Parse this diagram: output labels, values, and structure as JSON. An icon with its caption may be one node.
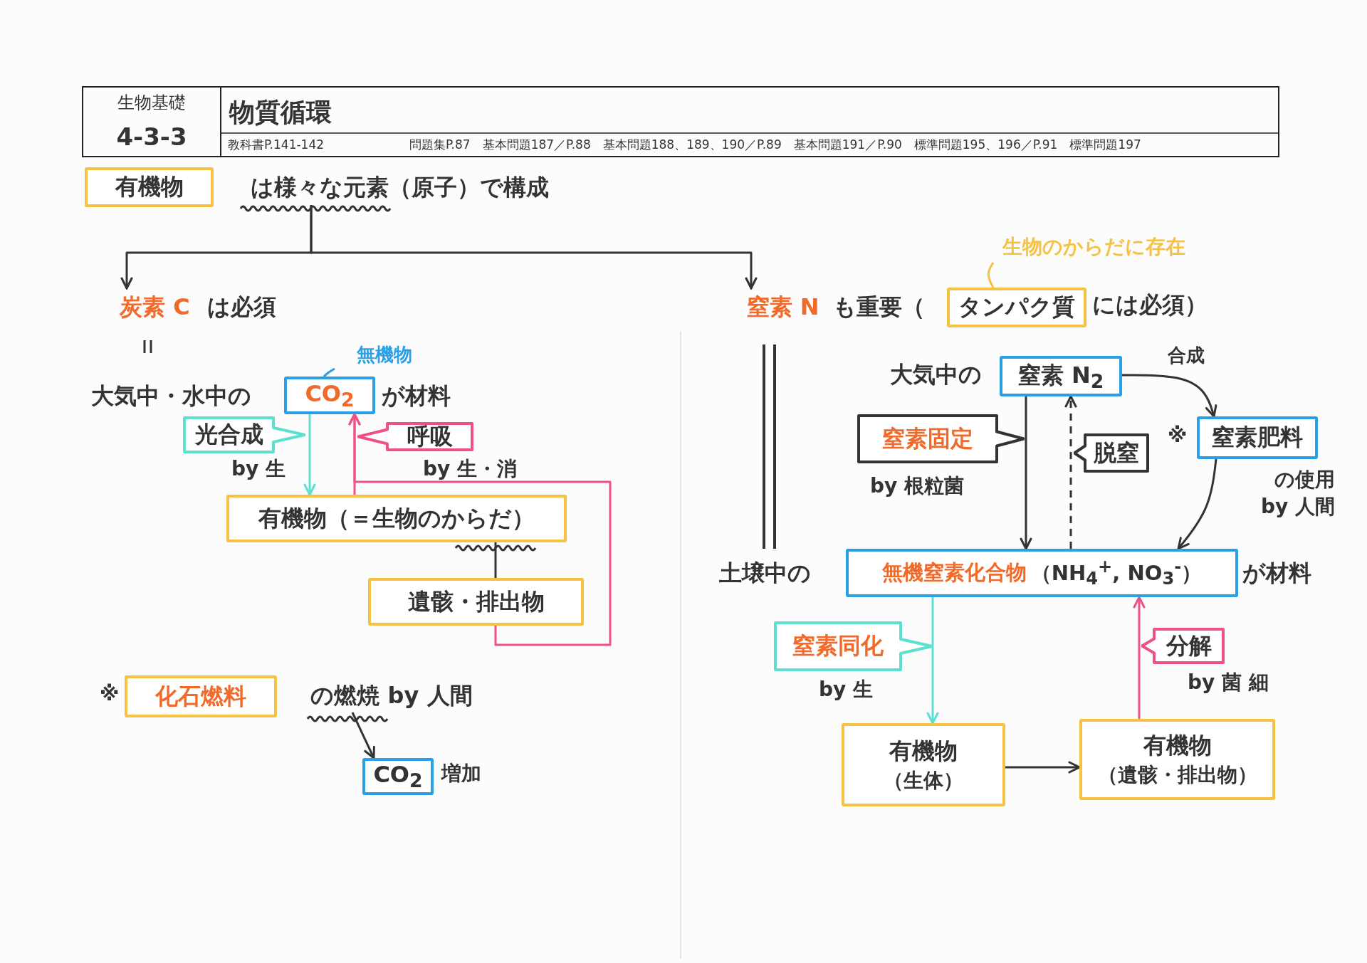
{
  "diagram": {
    "title": "物質循環",
    "nodes": [
      {
        "text": [
          "有機物"
        ]
      },
      {
        "text": [
          "は様々な元素（原子）で構成"
        ]
      },
      {
        "text": [
          "炭素 C",
          "は必須"
        ]
      },
      {
        "text": [
          "窒素 N",
          "も重要（"
        ]
      },
      {
        "text": [
          "生物のからだに存在"
        ]
      },
      {
        "text": [
          "タンパク質"
        ]
      },
      {
        "text": [
          "無機物"
        ]
      },
      {
        "text": [
          "CO$_{2}$"
        ]
      },
      {
        "text": [
          "光合成"
        ],
        "beside": [
          "by 生"
        ]
      },
      {
        "text": [
          "呼吸"
        ],
        "beside": [
          "by 生・消"
        ]
      },
      {
        "text": [
          "有機物（＝生物のからだ）"
        ]
      },
      {
        "text": [
          "遺骸・排出物"
        ]
      },
      {
        "text": [
          "化石燃料"
        ],
        "beside": [
          "※"
        ]
      },
      {
        "text": [
          "の燃焼 by 人間"
        ]
      },
      {
        "text": [
          "CO$_{2}$"
        ],
        "beside": [
          "増加"
        ]
      },
      {
        "text": [
          "窒素 N$_{2}$"
        ]
      },
      {
        "text": [
          "窒素肥料"
        ],
        "beside": [
          "※",
          "の使用 by 人間"
        ]
      },
      {
        "text": [
          "窒素固定"
        ],
        "beside": [
          "by 根粒菌"
        ]
      },
      {
        "text": [
          "脱窒"
        ]
      },
      {
        "text": [
          "無機窒素化合物",
          "（NH$_{4}$$^{+}$, NO$_{3}$$^{-}$）"
        ]
      },
      {
        "text": [
          "窒素同化"
        ],
        "beside": [
          "by 生"
        ]
      },
      {
        "text": [
          "分解"
        ],
        "beside": [
          "by 菌 細"
        ]
      },
      {
        "text": [
          "有機物",
          "（生体）"
        ]
      },
      {
        "text": [
          "有機物",
          "（遺骸・排出物）"
        ]
      }
    ],
    "edges": [
      {
        "from": 1,
        "to": 2,
        "arrow": "to"
      },
      {
        "from": 1,
        "to": 3,
        "arrow": "to"
      },
      {
        "from": 4,
        "to": 5,
        "arrow": "none",
        "color": "#f5c242"
      },
      {
        "from": 6,
        "to": 7,
        "arrow": "none",
        "color": "#2b9fe6"
      },
      {
        "from": 7,
        "to": 10,
        "arrow": "to",
        "color": "#5ee0d0"
      },
      {
        "from": 10,
        "to": 7,
        "arrow": "to",
        "color": "#f0508a"
      },
      {
        "from": 11,
        "to": 7,
        "arrow": "to",
        "color": "#f0508a"
      },
      {
        "from": 10,
        "to": 11,
        "arrow": "none"
      },
      {
        "from": 13,
        "to": 14,
        "arrow": "to"
      },
      {
        "from": 15,
        "to": 16,
        "arrow": "to",
        "label": "合成"
      },
      {
        "from": 16,
        "to": 19,
        "arrow": "to"
      },
      {
        "from": 15,
        "to": 19,
        "arrow": "to"
      },
      {
        "from": 19,
        "to": 15,
        "arrow": "to",
        "style": "dashed"
      },
      {
        "from": 19,
        "to": 22,
        "arrow": "to",
        "color": "#5ee0d0"
      },
      {
        "from": 22,
        "to": 23,
        "arrow": "to"
      },
      {
        "from": 23,
        "to": 19,
        "arrow": "to",
        "color": "#f0508a"
      }
    ],
    "labels": [
      "生物基礎",
      "4-3-3",
      "教科書P.141-142",
      "問題集P.87　基本問題187／P.88　基本問題188、189、190／P.89　基本問題191／P.90　標準問題195、196／P.91　標準問題197",
      "大気中・水中の",
      "が材料",
      "には必須）",
      "大気中の",
      "土壌中の",
      "が材料"
    ]
  }
}
